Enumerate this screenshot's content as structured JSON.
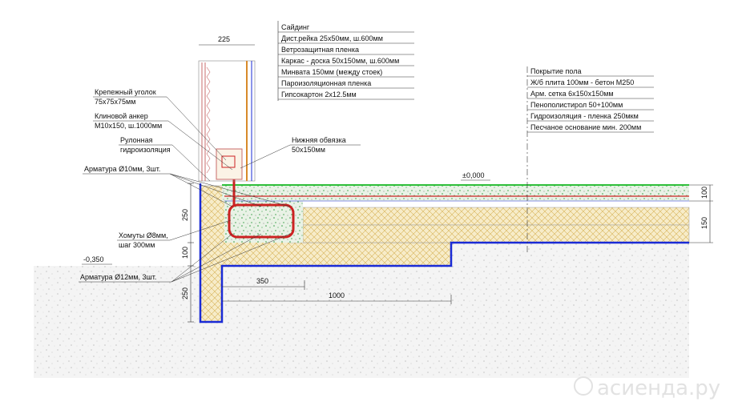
{
  "wall_layers": [
    {
      "label": "Сайдинг"
    },
    {
      "label": "Дист.рейка 25х50мм, ш.600мм"
    },
    {
      "label": "Ветрозащитная пленка"
    },
    {
      "label": "Каркас - доска 50х150мм, ш.600мм"
    },
    {
      "label": "Минвата 150мм (между стоек)"
    },
    {
      "label": "Пароизоляционная пленка"
    },
    {
      "label": "Гипсокартон 2х12.5мм"
    }
  ],
  "floor_layers": [
    {
      "label": "Покрытие пола"
    },
    {
      "label": "Ж/б плита 100мм - бетон М250"
    },
    {
      "label": "Арм. сетка 6х150х150мм"
    },
    {
      "label": "Пенополистирол 50+100мм"
    },
    {
      "label": "Гидроизоляция - пленка 250мкм"
    },
    {
      "label": "Песчаное основание мин. 200мм"
    }
  ],
  "left_notes": {
    "angle_1": "Крепежный уголок",
    "angle_2": "75х75х75мм",
    "anchor_1": "Клиновой анкер",
    "anchor_2": "М10х150, ш.1000мм",
    "roll_1": "Рулонная",
    "roll_2": "гидроизоляция",
    "rebar10": "Арматура Ø10мм, 3шт.",
    "stirrups_1": "Хомуты Ø8мм,",
    "stirrups_2": "шаг 300мм",
    "rebar12": "Арматура Ø12мм, 3шт."
  },
  "sill_note": {
    "line1": "Нижняя обвязка",
    "line2": "50х150мм"
  },
  "dimensions": {
    "wall_width": "225",
    "level_zero": "±0,000",
    "level_ground": "-0,350",
    "grade_beam": "250",
    "mid": "100",
    "footing": "250",
    "step_350": "350",
    "step_1000": "1000",
    "slab_100": "100",
    "insul_150": "150"
  },
  "watermark": "асиенда.ру",
  "colors": {
    "concrete_green": "#2f9a3f",
    "rebar_red": "#cc2222",
    "waterproof_blue": "#1a2bd6",
    "insulation_hatch": "#d8b45a",
    "floor_line": "#2fbf3a"
  }
}
